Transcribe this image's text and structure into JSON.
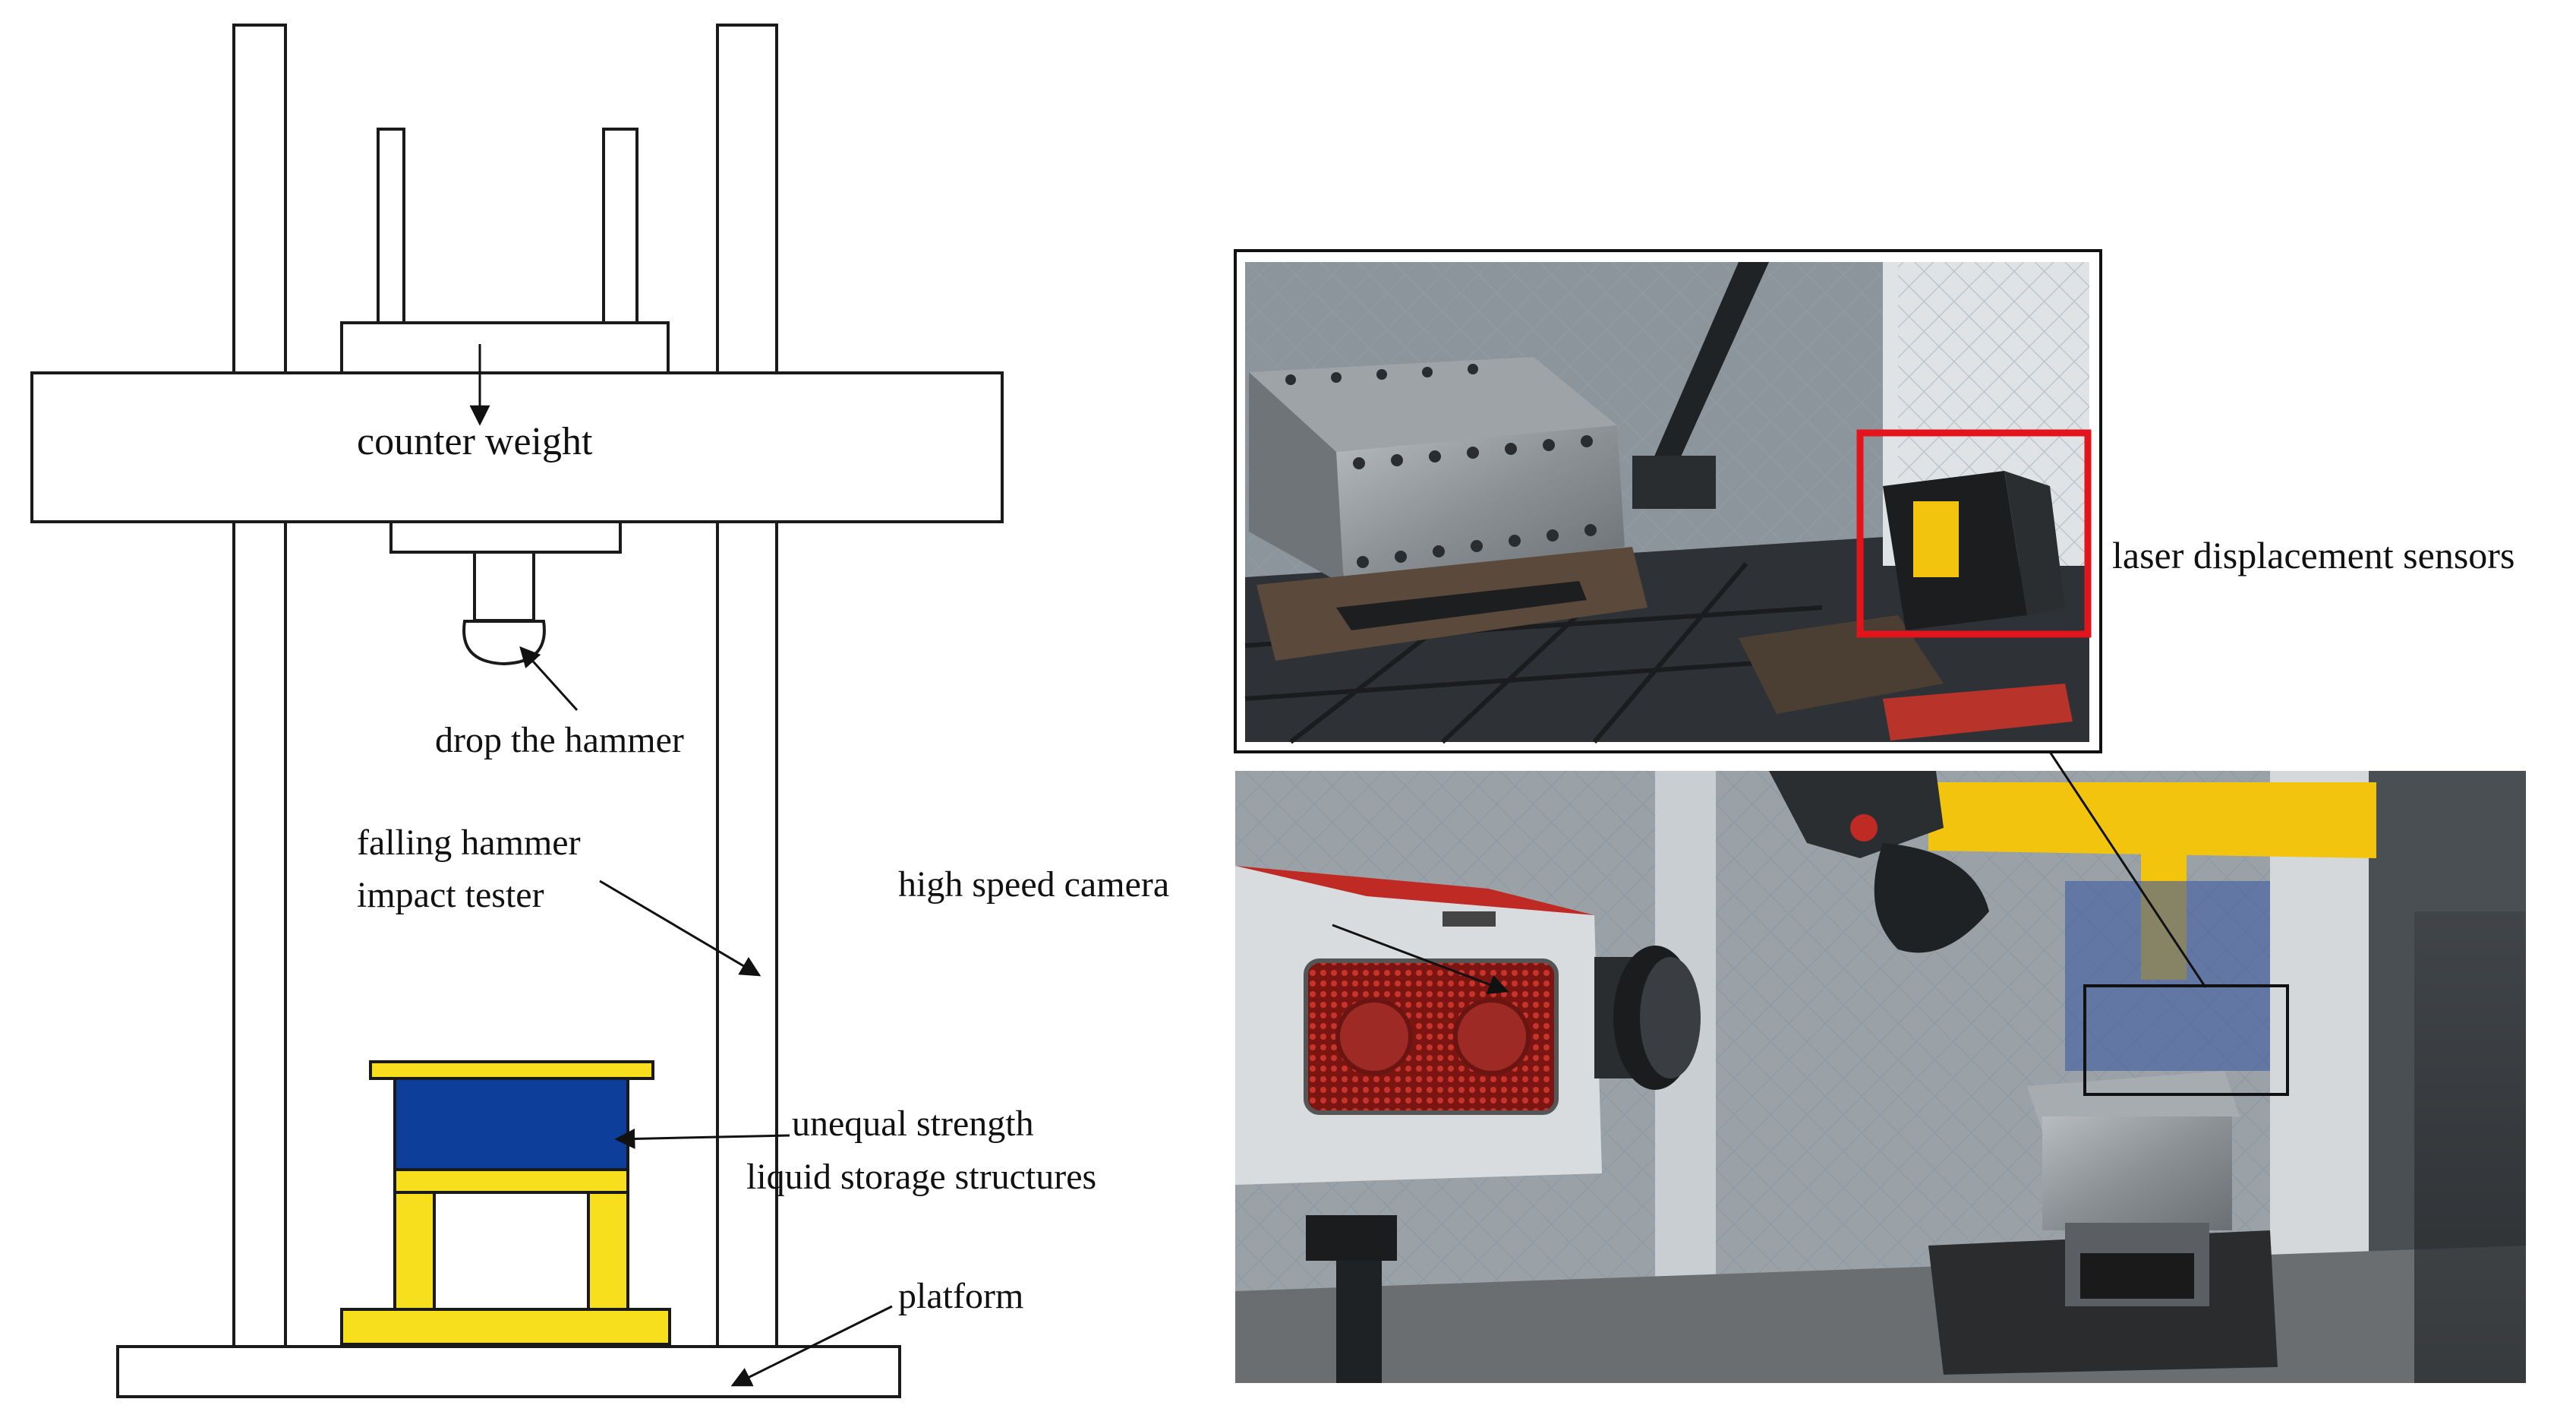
{
  "labels": {
    "counter_weight": "counter weight",
    "drop_hammer": "drop the hammer",
    "tester_line1": "falling hammer",
    "tester_line2": "impact tester",
    "structure_line1": "unequal strength",
    "structure_line2": "liquid storage structures",
    "platform": "platform",
    "camera": "high speed camera",
    "laser": "laser displacement sensors"
  },
  "colors": {
    "structure_yellow": "#f7df1e",
    "tank_blue": "#0d3f9a",
    "highlight_red": "#e3141b",
    "outline": "#1a1a1a"
  }
}
